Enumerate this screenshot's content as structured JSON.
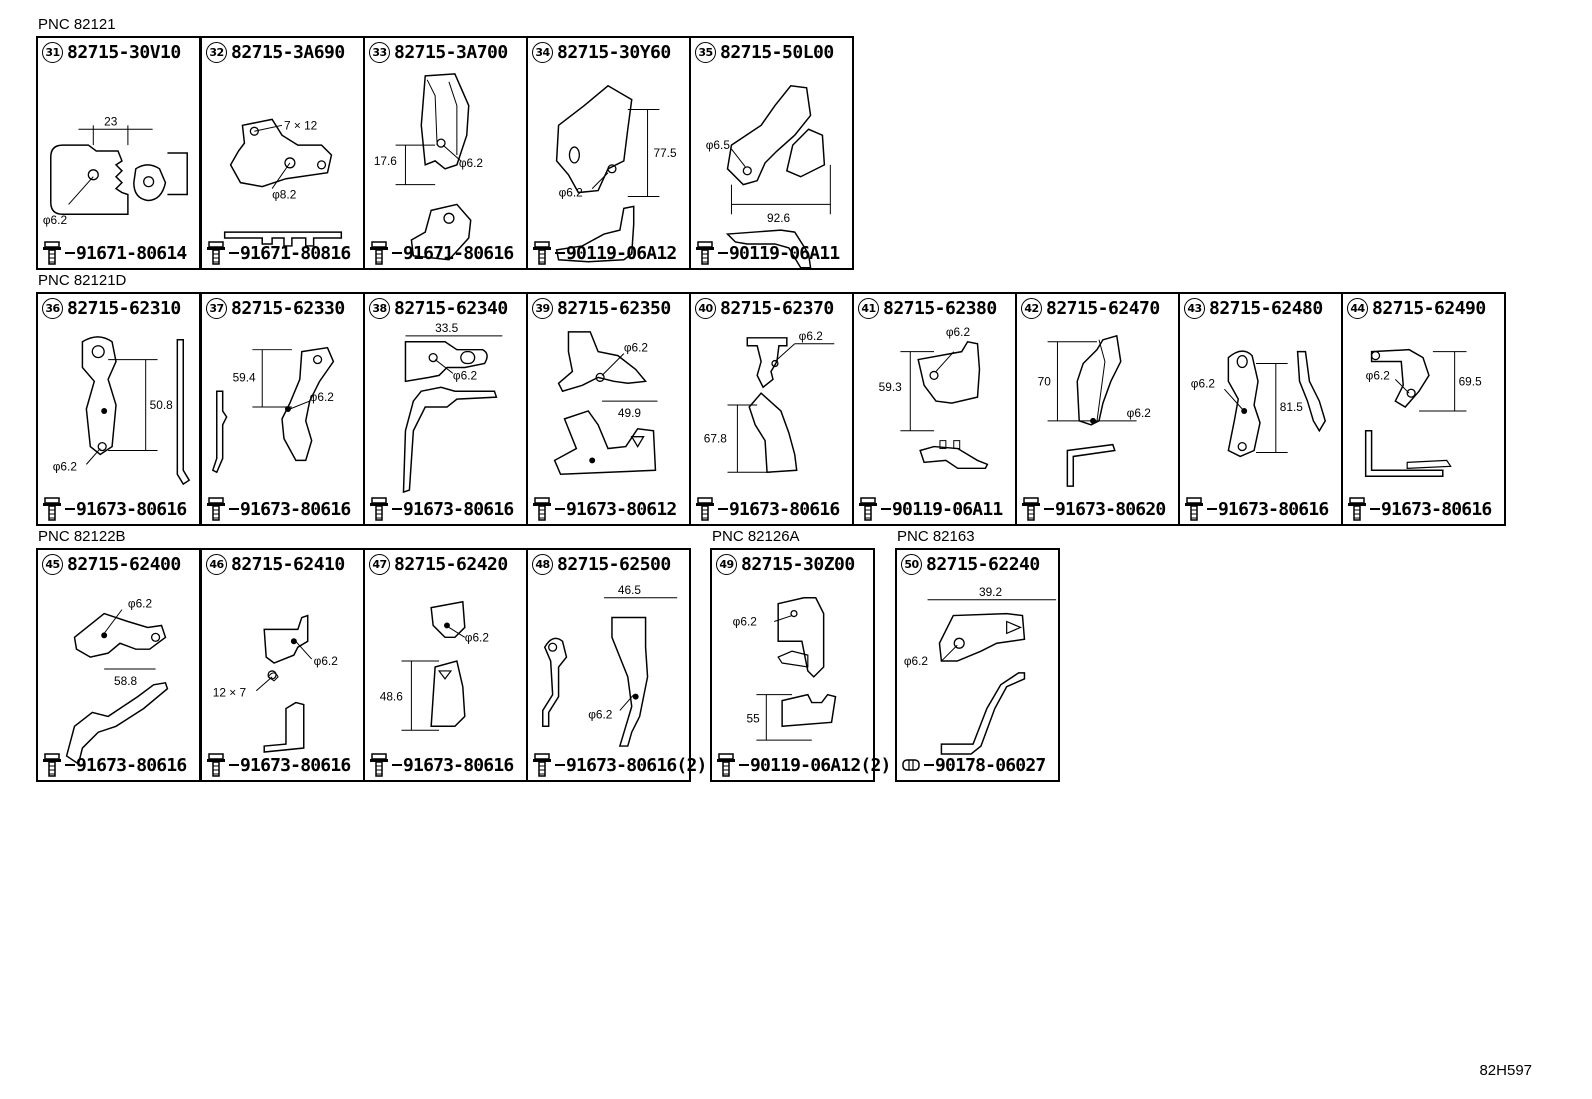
{
  "groups": [
    {
      "pnc": "PNC 82121",
      "items": [
        {
          "no": "31",
          "part": "82715-30V10",
          "fastener": "91671-80614",
          "dims": [
            "23",
            "φ6.2"
          ]
        },
        {
          "no": "32",
          "part": "82715-3A690",
          "fastener": "91671-80816",
          "dims": [
            "7 × 12",
            "φ8.2"
          ]
        },
        {
          "no": "33",
          "part": "82715-3A700",
          "fastener": "91671-80616",
          "dims": [
            "17.6",
            "φ6.2"
          ]
        },
        {
          "no": "34",
          "part": "82715-30Y60",
          "fastener": "90119-06A12",
          "dims": [
            "77.5",
            "φ6.2"
          ]
        },
        {
          "no": "35",
          "part": "82715-50L00",
          "fastener": "90119-06A11",
          "dims": [
            "φ6.5",
            "92.6"
          ]
        }
      ]
    },
    {
      "pnc": "PNC 82121D",
      "items": [
        {
          "no": "36",
          "part": "82715-62310",
          "fastener": "91673-80616",
          "dims": [
            "50.8",
            "φ6.2"
          ]
        },
        {
          "no": "37",
          "part": "82715-62330",
          "fastener": "91673-80616",
          "dims": [
            "59.4",
            "φ6.2"
          ]
        },
        {
          "no": "38",
          "part": "82715-62340",
          "fastener": "91673-80616",
          "dims": [
            "33.5",
            "φ6.2"
          ]
        },
        {
          "no": "39",
          "part": "82715-62350",
          "fastener": "91673-80612",
          "dims": [
            "φ6.2",
            "49.9"
          ]
        },
        {
          "no": "40",
          "part": "82715-62370",
          "fastener": "91673-80616",
          "dims": [
            "φ6.2",
            "67.8"
          ]
        },
        {
          "no": "41",
          "part": "82715-62380",
          "fastener": "90119-06A11",
          "dims": [
            "φ6.2",
            "59.3"
          ]
        },
        {
          "no": "42",
          "part": "82715-62470",
          "fastener": "91673-80620",
          "dims": [
            "70",
            "φ6.2"
          ]
        },
        {
          "no": "43",
          "part": "82715-62480",
          "fastener": "91673-80616",
          "dims": [
            "φ6.2",
            "81.5"
          ]
        },
        {
          "no": "44",
          "part": "82715-62490",
          "fastener": "91673-80616",
          "dims": [
            "φ6.2",
            "69.5"
          ]
        }
      ]
    },
    {
      "pnc": "PNC 82122B",
      "items": [
        {
          "no": "45",
          "part": "82715-62400",
          "fastener": "91673-80616",
          "dims": [
            "φ6.2",
            "58.8"
          ]
        },
        {
          "no": "46",
          "part": "82715-62410",
          "fastener": "91673-80616",
          "dims": [
            "φ6.2",
            "12 × 7"
          ]
        },
        {
          "no": "47",
          "part": "82715-62420",
          "fastener": "91673-80616",
          "dims": [
            "φ6.2",
            "48.6"
          ]
        },
        {
          "no": "48",
          "part": "82715-62500",
          "fastener": "91673-80616(2)",
          "dims": [
            "46.5",
            "φ6.2"
          ]
        }
      ]
    },
    {
      "pnc": "PNC 82126A",
      "items": [
        {
          "no": "49",
          "part": "82715-30Z00",
          "fastener": "90119-06A12(2)",
          "dims": [
            "φ6.2",
            "55"
          ]
        }
      ]
    },
    {
      "pnc": "PNC 82163",
      "items": [
        {
          "no": "50",
          "part": "82715-62240",
          "fastener": "90178-06027",
          "dims": [
            "39.2",
            "φ6.2"
          ],
          "fastener_type": "nut"
        }
      ]
    }
  ],
  "diagram_code": "82H597"
}
